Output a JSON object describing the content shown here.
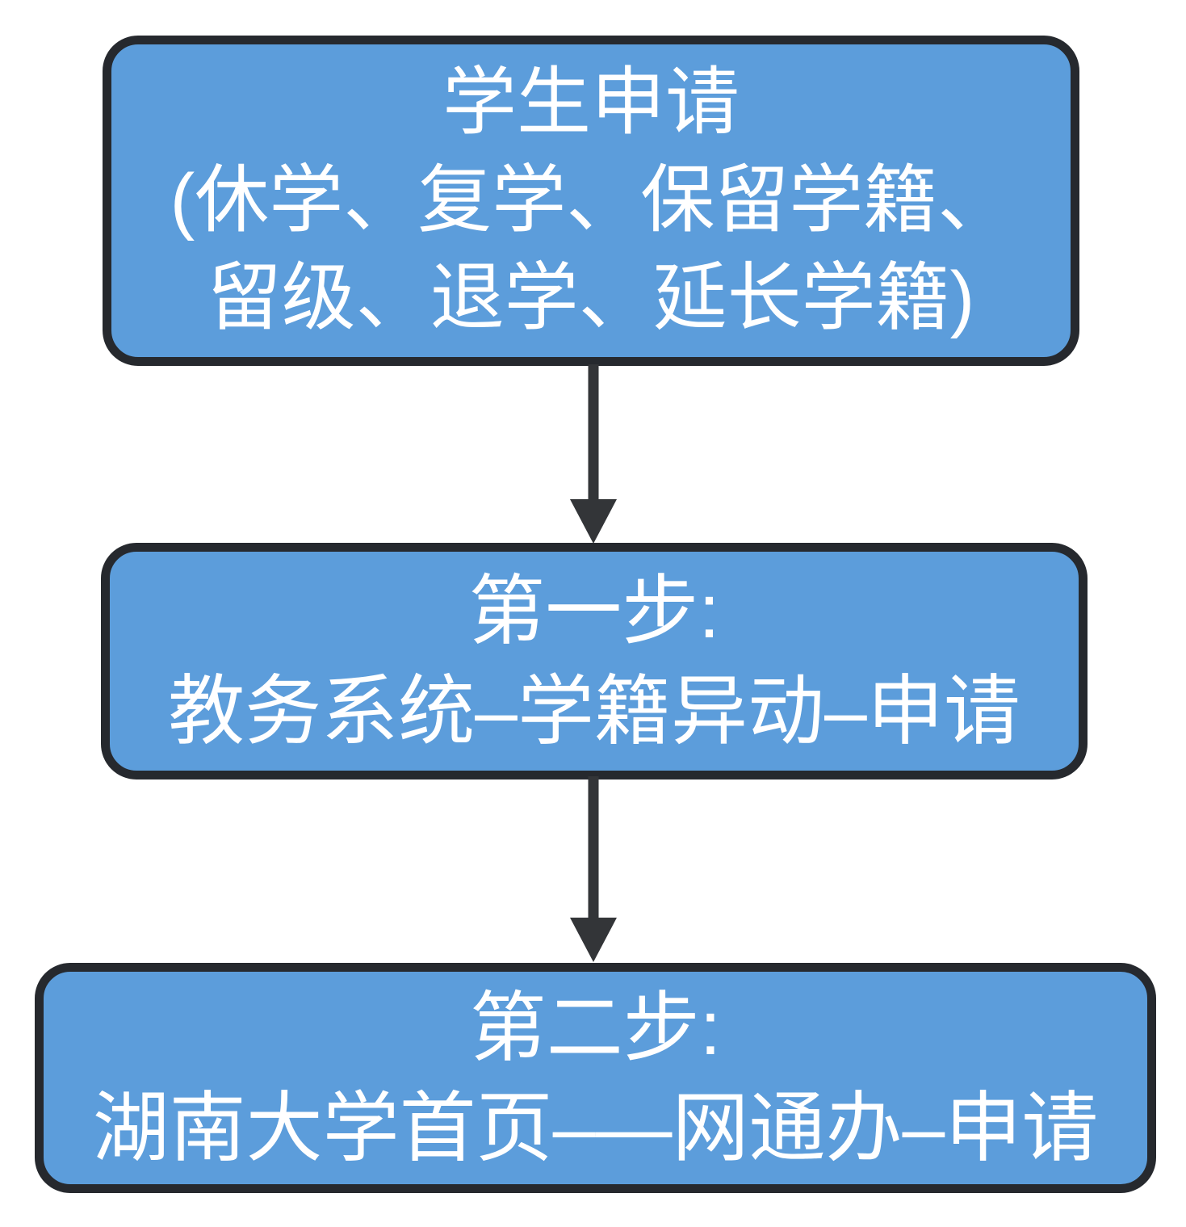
{
  "flowchart": {
    "colors": {
      "box_fill": "#5C9DDB",
      "box_border": "#26292E",
      "arrow": "#333538",
      "text": "#FFFFFF",
      "background": "#FFFFFF"
    },
    "boxes": [
      {
        "name": "student-application",
        "lines": [
          "学生申请",
          "(休学、复学、保留学籍、",
          "留级、退学、延长学籍)"
        ]
      },
      {
        "name": "step-1",
        "lines": [
          "第一步:",
          "教务系统–学籍异动–申请"
        ]
      },
      {
        "name": "step-2",
        "lines": [
          "第二步:",
          "湖南大学首页–—网通办–申请"
        ]
      }
    ],
    "arrows": [
      {
        "name": "arrow-1",
        "direction": "down"
      },
      {
        "name": "arrow-2",
        "direction": "down"
      }
    ]
  }
}
